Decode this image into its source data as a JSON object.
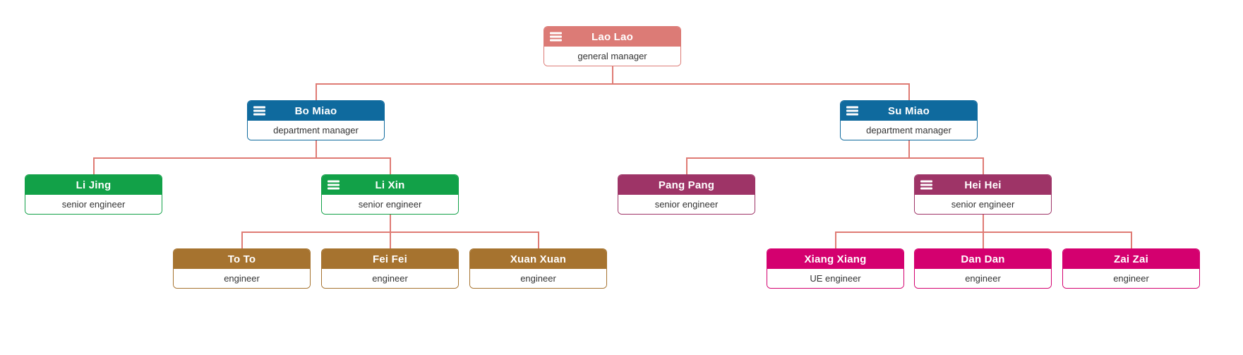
{
  "org_chart": {
    "type": "tree",
    "connector_color": "#DF7B74",
    "body_text_color": "#333333",
    "nodes": [
      {
        "id": "laolao",
        "name": "Lao Lao",
        "title": "general manager",
        "color": "#DC7B76",
        "parent": null,
        "menu_icon": true
      },
      {
        "id": "bomiao",
        "name": "Bo Miao",
        "title": "department manager",
        "color": "#0F6A9E",
        "parent": "laolao",
        "menu_icon": true
      },
      {
        "id": "sumiao",
        "name": "Su Miao",
        "title": "department manager",
        "color": "#0F6A9E",
        "parent": "laolao",
        "menu_icon": true
      },
      {
        "id": "lijing",
        "name": "Li Jing",
        "title": "senior engineer",
        "color": "#12A148",
        "parent": "bomiao",
        "menu_icon": false
      },
      {
        "id": "lixin",
        "name": "Li Xin",
        "title": "senior engineer",
        "color": "#12A148",
        "parent": "bomiao",
        "menu_icon": true
      },
      {
        "id": "pangpang",
        "name": "Pang Pang",
        "title": "senior engineer",
        "color": "#9E3467",
        "parent": "sumiao",
        "menu_icon": false
      },
      {
        "id": "heihei",
        "name": "Hei Hei",
        "title": "senior engineer",
        "color": "#9E3467",
        "parent": "sumiao",
        "menu_icon": true
      },
      {
        "id": "toto",
        "name": "To To",
        "title": "engineer",
        "color": "#A6732F",
        "parent": "lixin",
        "menu_icon": false
      },
      {
        "id": "feifei",
        "name": "Fei Fei",
        "title": "engineer",
        "color": "#A6732F",
        "parent": "lixin",
        "menu_icon": false
      },
      {
        "id": "xuanxuan",
        "name": "Xuan Xuan",
        "title": "engineer",
        "color": "#A6732F",
        "parent": "lixin",
        "menu_icon": false
      },
      {
        "id": "xiangxiang",
        "name": "Xiang Xiang",
        "title": "UE engineer",
        "color": "#D4006F",
        "parent": "heihei",
        "menu_icon": false
      },
      {
        "id": "dandan",
        "name": "Dan Dan",
        "title": "engineer",
        "color": "#D4006F",
        "parent": "heihei",
        "menu_icon": false
      },
      {
        "id": "zaizai",
        "name": "Zai Zai",
        "title": "engineer",
        "color": "#D4006F",
        "parent": "heihei",
        "menu_icon": false
      }
    ]
  }
}
